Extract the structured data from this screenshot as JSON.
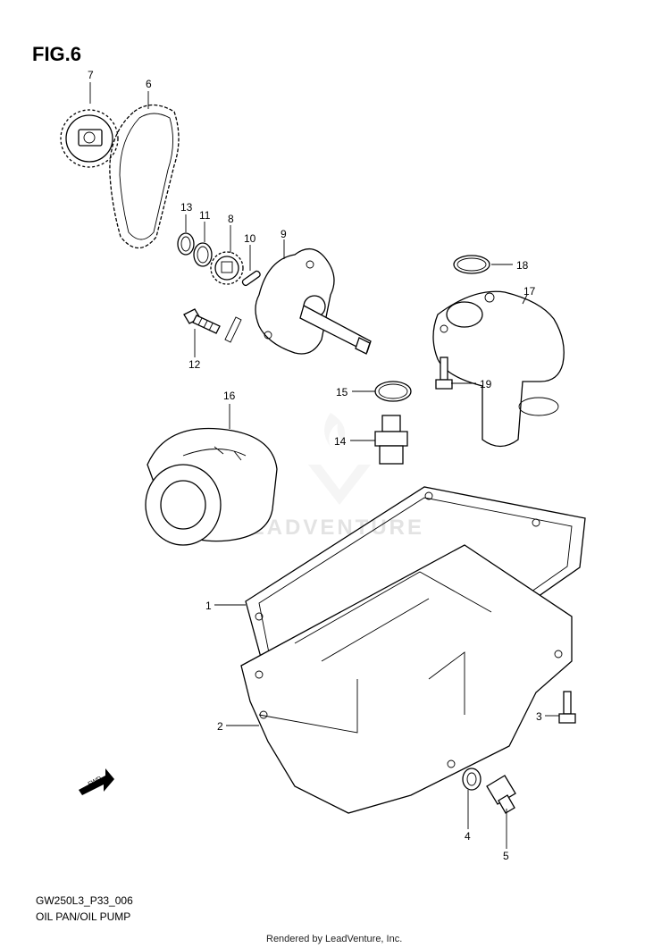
{
  "figure": {
    "title": "FIG.6",
    "model_code": "GW250L3_P33_006",
    "caption": "OIL PAN/OIL PUMP"
  },
  "fwd_label": "FWD",
  "watermark": "LEADVENTURE",
  "footer": {
    "rendered_by": "Rendered by LeadVenture, Inc."
  },
  "callouts": {
    "c1": "1",
    "c2": "2",
    "c3": "3",
    "c4": "4",
    "c5": "5",
    "c6": "6",
    "c7": "7",
    "c8": "8",
    "c9": "9",
    "c10": "10",
    "c11": "11",
    "c12": "12",
    "c13": "13",
    "c14": "14",
    "c15": "15",
    "c16": "16",
    "c17": "17",
    "c18": "18",
    "c19": "19"
  }
}
